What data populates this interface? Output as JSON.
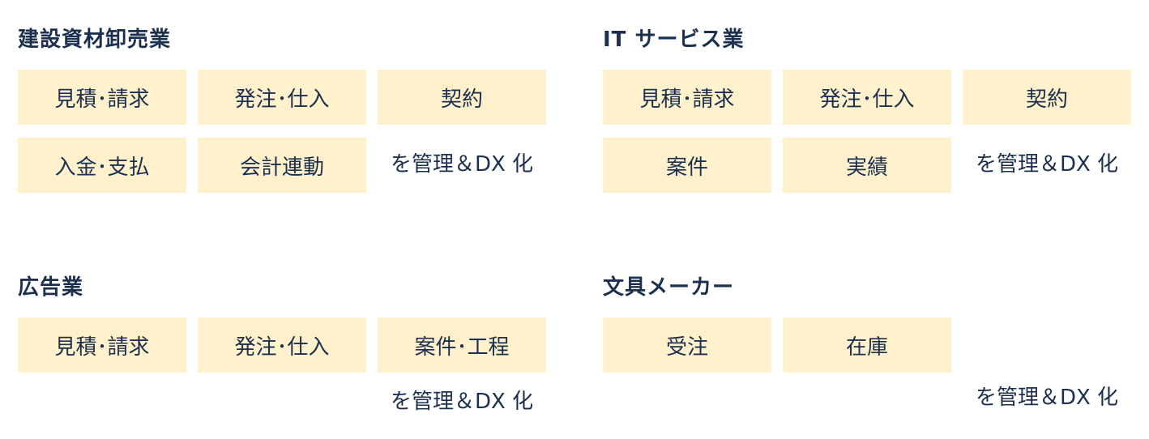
{
  "sections": [
    {
      "title": "建設資材卸売業",
      "items": [
        "見積･請求",
        "発注･仕入",
        "契約",
        "入金･支払",
        "会計連動"
      ],
      "suffix": "を管理＆DX 化"
    },
    {
      "title": "IT サービス業",
      "items": [
        "見積･請求",
        "発注･仕入",
        "契約",
        "案件",
        "実績"
      ],
      "suffix": "を管理＆DX 化"
    },
    {
      "title": "広告業",
      "items": [
        "見積･請求",
        "発注･仕入",
        "案件･工程"
      ],
      "suffix": "を管理＆DX 化"
    },
    {
      "title": "文具メーカー",
      "items": [
        "受注",
        "在庫"
      ],
      "suffix": "を管理＆DX 化"
    }
  ]
}
